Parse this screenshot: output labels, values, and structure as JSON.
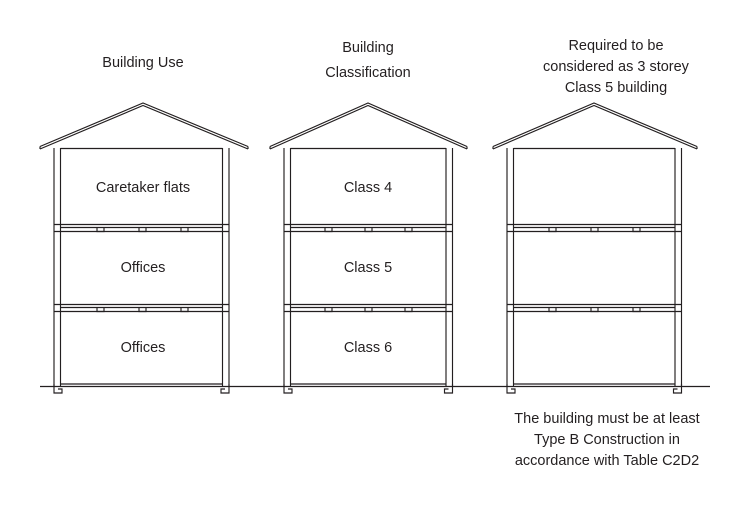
{
  "diagram": {
    "title": "Building Use and Classification Section Diagram",
    "background_color": "#ffffff",
    "line_color": "#231f20",
    "text_color": "#231f20",
    "headings": {
      "building_use": [
        "Building Use"
      ],
      "building_classification": [
        "Building",
        "Classification"
      ],
      "required": [
        "Required to be",
        "considered as 3 storey",
        "Class 5 building"
      ]
    },
    "buildings": [
      {
        "id": "building-use",
        "heading_key": "building_use",
        "storeys": [
          {
            "level": "top",
            "label": "Caretaker flats"
          },
          {
            "level": "middle",
            "label": "Offices"
          },
          {
            "level": "ground",
            "label": "Offices"
          }
        ]
      },
      {
        "id": "building-classification",
        "heading_key": "building_classification",
        "storeys": [
          {
            "level": "top",
            "label": "Class 4"
          },
          {
            "level": "middle",
            "label": "Class 5"
          },
          {
            "level": "ground",
            "label": "Class 6"
          }
        ]
      },
      {
        "id": "building-required",
        "heading_key": "required",
        "storeys": [
          {
            "level": "top",
            "label": ""
          },
          {
            "level": "middle",
            "label": ""
          },
          {
            "level": "ground",
            "label": ""
          }
        ]
      }
    ],
    "caption": [
      "The building must be at least",
      "Type B Construction in",
      "accordance with Table C2D2"
    ]
  }
}
